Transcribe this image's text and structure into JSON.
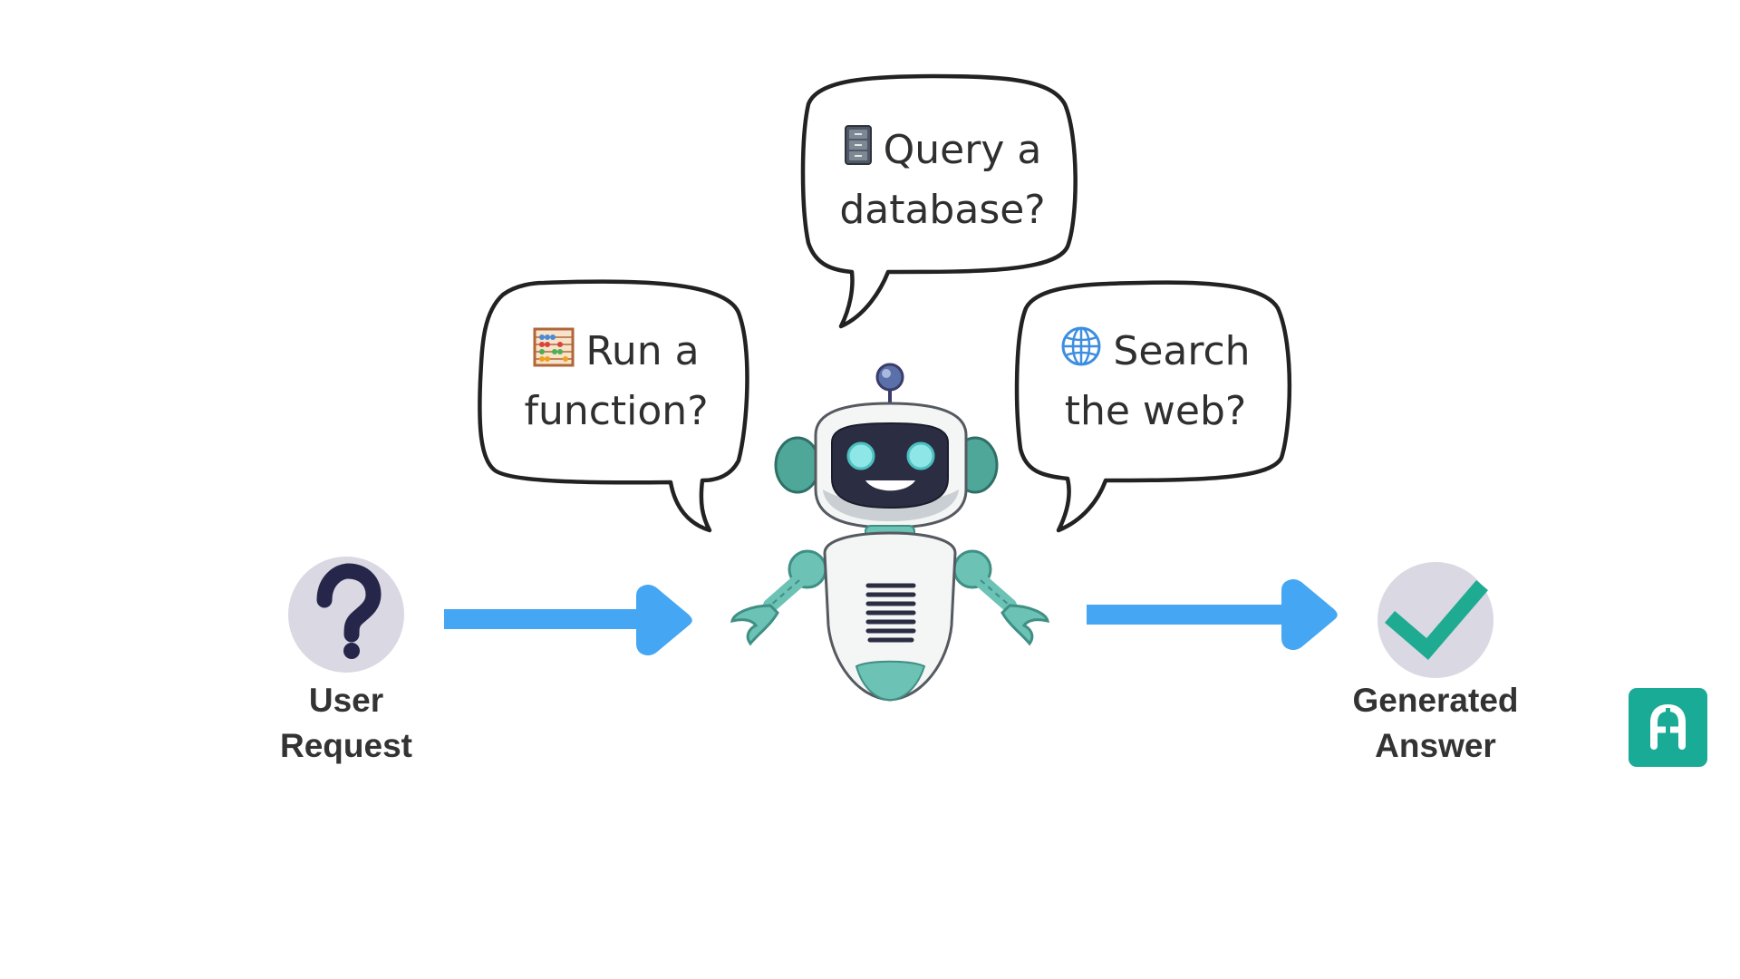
{
  "bubbles": {
    "database": {
      "icon": "file-cabinet-icon",
      "line1": "Query a",
      "line2": "database?"
    },
    "function": {
      "icon": "abacus-icon",
      "line1": "Run a",
      "line2": "function?"
    },
    "web": {
      "icon": "globe-icon",
      "line1": "Search",
      "line2": "the web?"
    }
  },
  "nodes": {
    "request": {
      "icon": "question-mark-icon",
      "line1": "User",
      "line2": "Request"
    },
    "answer": {
      "icon": "checkmark-icon",
      "line1": "Generated",
      "line2": "Answer"
    }
  },
  "center": {
    "icon": "robot-icon"
  },
  "logo": {
    "icon": "brand-logo-icon",
    "color": "#1aab96"
  },
  "colors": {
    "arrow": "#45a6f3",
    "node_circle": "#d9d8e3",
    "question_mark": "#26264a",
    "checkmark": "#1faa92",
    "robot_teal": "#6bc2b5",
    "robot_face": "#2b2d42",
    "robot_eye": "#8ee6e6"
  }
}
